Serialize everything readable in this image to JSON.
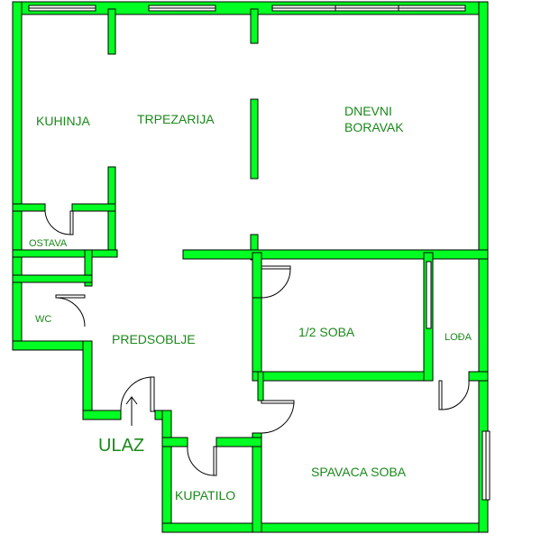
{
  "rooms": {
    "kuhinja": "KUHINJA",
    "trpezarija": "TRPEZARIJA",
    "dnevni_line1": "DNEVNI",
    "dnevni_line2": "BORAVAK",
    "ostava": "OSTAVA",
    "wc": "WC",
    "predsoblje": "PREDSOBLJE",
    "pola_soba": "1/2 SOBA",
    "lodja": "LOĐA",
    "spavaca": "SPAVACA SOBA",
    "kupatilo": "KUPATILO"
  },
  "entrance_label": "ULAZ",
  "colors": {
    "wall": "#00ff22",
    "outline": "#000000",
    "label": "#1a8a1a"
  }
}
